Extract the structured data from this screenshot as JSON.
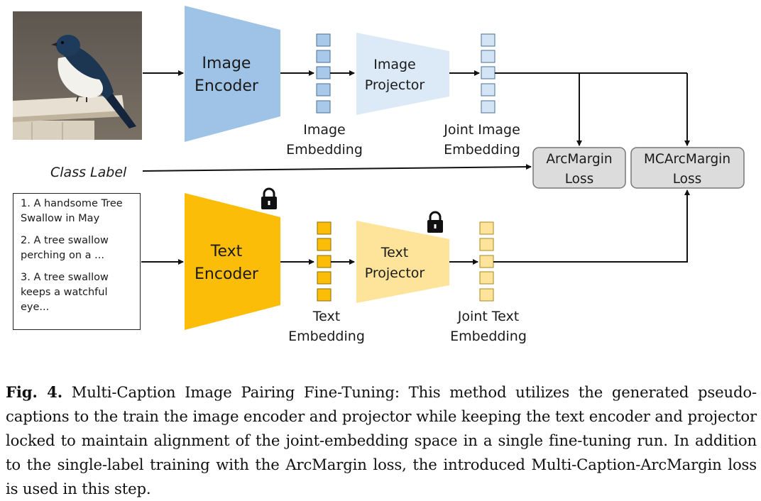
{
  "diagram": {
    "image_encoder": {
      "line1": "Image",
      "line2": "Encoder"
    },
    "image_projector": {
      "line1": "Image",
      "line2": "Projector"
    },
    "image_embedding": {
      "line1": "Image",
      "line2": "Embedding"
    },
    "joint_image_embedding": {
      "line1": "Joint Image",
      "line2": "Embedding"
    },
    "class_label": "Class Label",
    "arcmargin_loss": {
      "line1": "ArcMargin",
      "line2": "Loss"
    },
    "mcarcmargin_loss": {
      "line1": "MCArcMargin",
      "line2": "Loss"
    },
    "captions": [
      "1. A handsome Tree Swallow in May",
      "2. A tree swallow perching on a ...",
      "3. A tree swallow keeps a watchful eye..."
    ],
    "text_encoder": {
      "line1": "Text",
      "line2": "Encoder"
    },
    "text_projector": {
      "line1": "Text",
      "line2": "Projector"
    },
    "text_embedding": {
      "line1": "Text",
      "line2": "Embedding"
    },
    "joint_text_embedding": {
      "line1": "Joint Text",
      "line2": "Embedding"
    },
    "locked_icon": "lock-icon"
  },
  "colors": {
    "image_encoder": "#9fc3e6",
    "image_projector": "#dce9f6",
    "text_encoder": "#fbbd08",
    "text_projector": "#fde49a",
    "loss_box": "#dcdcdc"
  },
  "figure_caption": {
    "label": "Fig. 4.",
    "text": " Multi-Caption Image Pairing Fine-Tuning: This method utilizes the generated pseudo-captions to the train the image encoder and projector while keeping the text encoder and projector locked to maintain alignment of the joint-embedding space in a single fine-tuning run. In addition to the single-label training with the ArcMargin loss, the introduced Multi-Caption-ArcMargin loss is used in this step."
  }
}
